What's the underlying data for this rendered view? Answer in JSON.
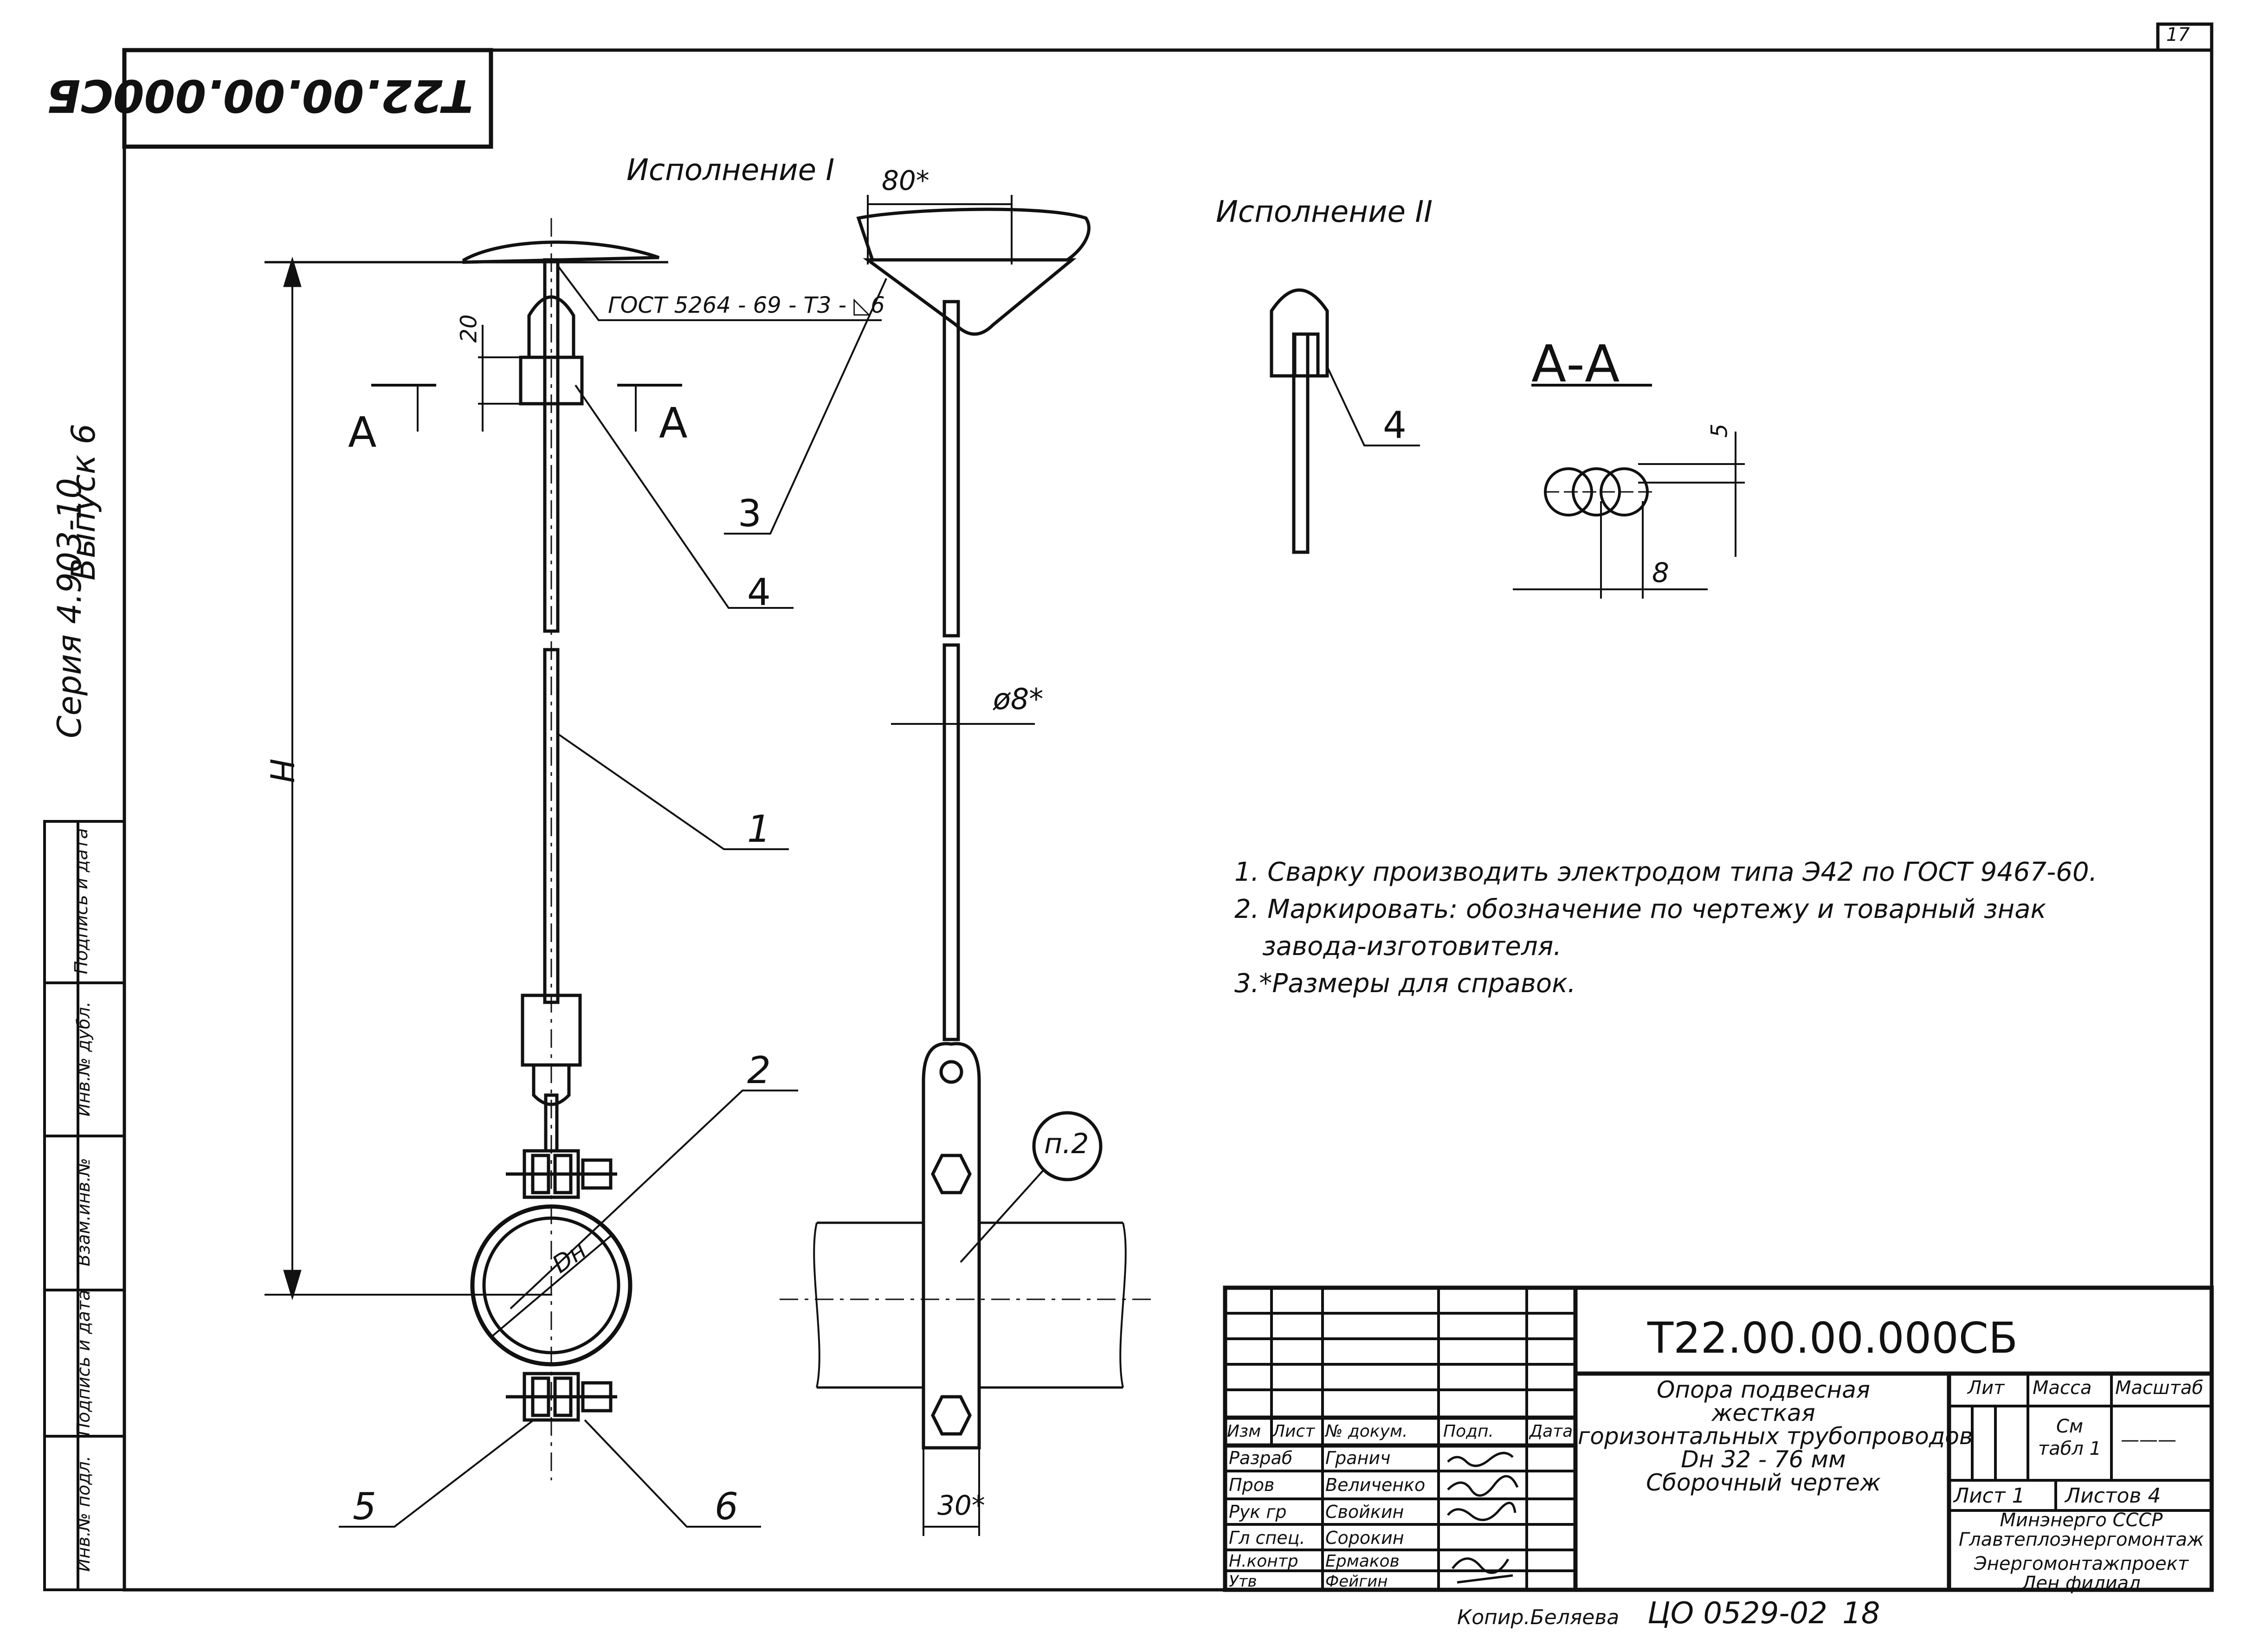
{
  "sheet_number": "17",
  "designation_rotated": "Т22.00.00.000СБ",
  "side_stamp": {
    "series": "Серия 4.903-10",
    "issue": "Выпуск 6",
    "cols": [
      "Подпись и дата",
      "Инв.№ дубл.",
      "Взам.инв.№",
      "Подпись и дата",
      "Инв.№ подл."
    ]
  },
  "views": {
    "variant_1": "Исполнение I",
    "variant_2": "Исполнение II",
    "section": "А-А",
    "section_mark": "А"
  },
  "dimensions": {
    "d80": "80*",
    "d20": "20",
    "dH": "H",
    "dDn": "Dн",
    "d8": "ø8*",
    "d30": "30*",
    "d5": "5",
    "d8sec": "8",
    "weld": "ГОСТ 5264 - 69 - Т3 - ◺6"
  },
  "callouts": [
    "1",
    "2",
    "3",
    "4",
    "4",
    "5",
    "6",
    "п.2"
  ],
  "notes": [
    "1. Сварку производить  электродом типа Э42 по ГОСТ 9467-60.",
    "2. Маркировать: обозначение по чертежу и товарный знак",
    "завода-изготовителя.",
    "3.*Размеры для справок."
  ],
  "title_block": {
    "code": "Т22.00.00.000СБ",
    "name_lines": [
      "Опора подвесная",
      "жесткая",
      "горизонтальных трубопроводов",
      "Dн 32 - 76 мм",
      "Сборочный чертеж"
    ],
    "head": {
      "izm": "Изм",
      "list": "Лист",
      "doc": "№ докум.",
      "podp": "Подп.",
      "data": "Дата"
    },
    "roles": [
      {
        "role": "Разраб",
        "name": "Гранич"
      },
      {
        "role": "Пров",
        "name": "Величенко"
      },
      {
        "role": "Рук гр",
        "name": "Свойкин"
      },
      {
        "role": "Гл спец.",
        "name": "Сорокин"
      },
      {
        "role": "Н.контр",
        "name": "Ермаков"
      },
      {
        "role": "Утв",
        "name": "Фейгин"
      }
    ],
    "lit": "Лит",
    "massa": "Масса",
    "masshtab": "Масштаб",
    "mass_value": "См табл 1",
    "scale_value": "———",
    "sheet": "Лист 1",
    "sheets": "Листов 4",
    "org_lines": [
      "Минэнерго СССР",
      "Главтеплоэнергомонтаж",
      "Энергомонтажпроект",
      "Лен филиал"
    ]
  },
  "footer": {
    "copied": "Копир.Беляева",
    "code": "ЦО 0529-02",
    "num": "18"
  }
}
